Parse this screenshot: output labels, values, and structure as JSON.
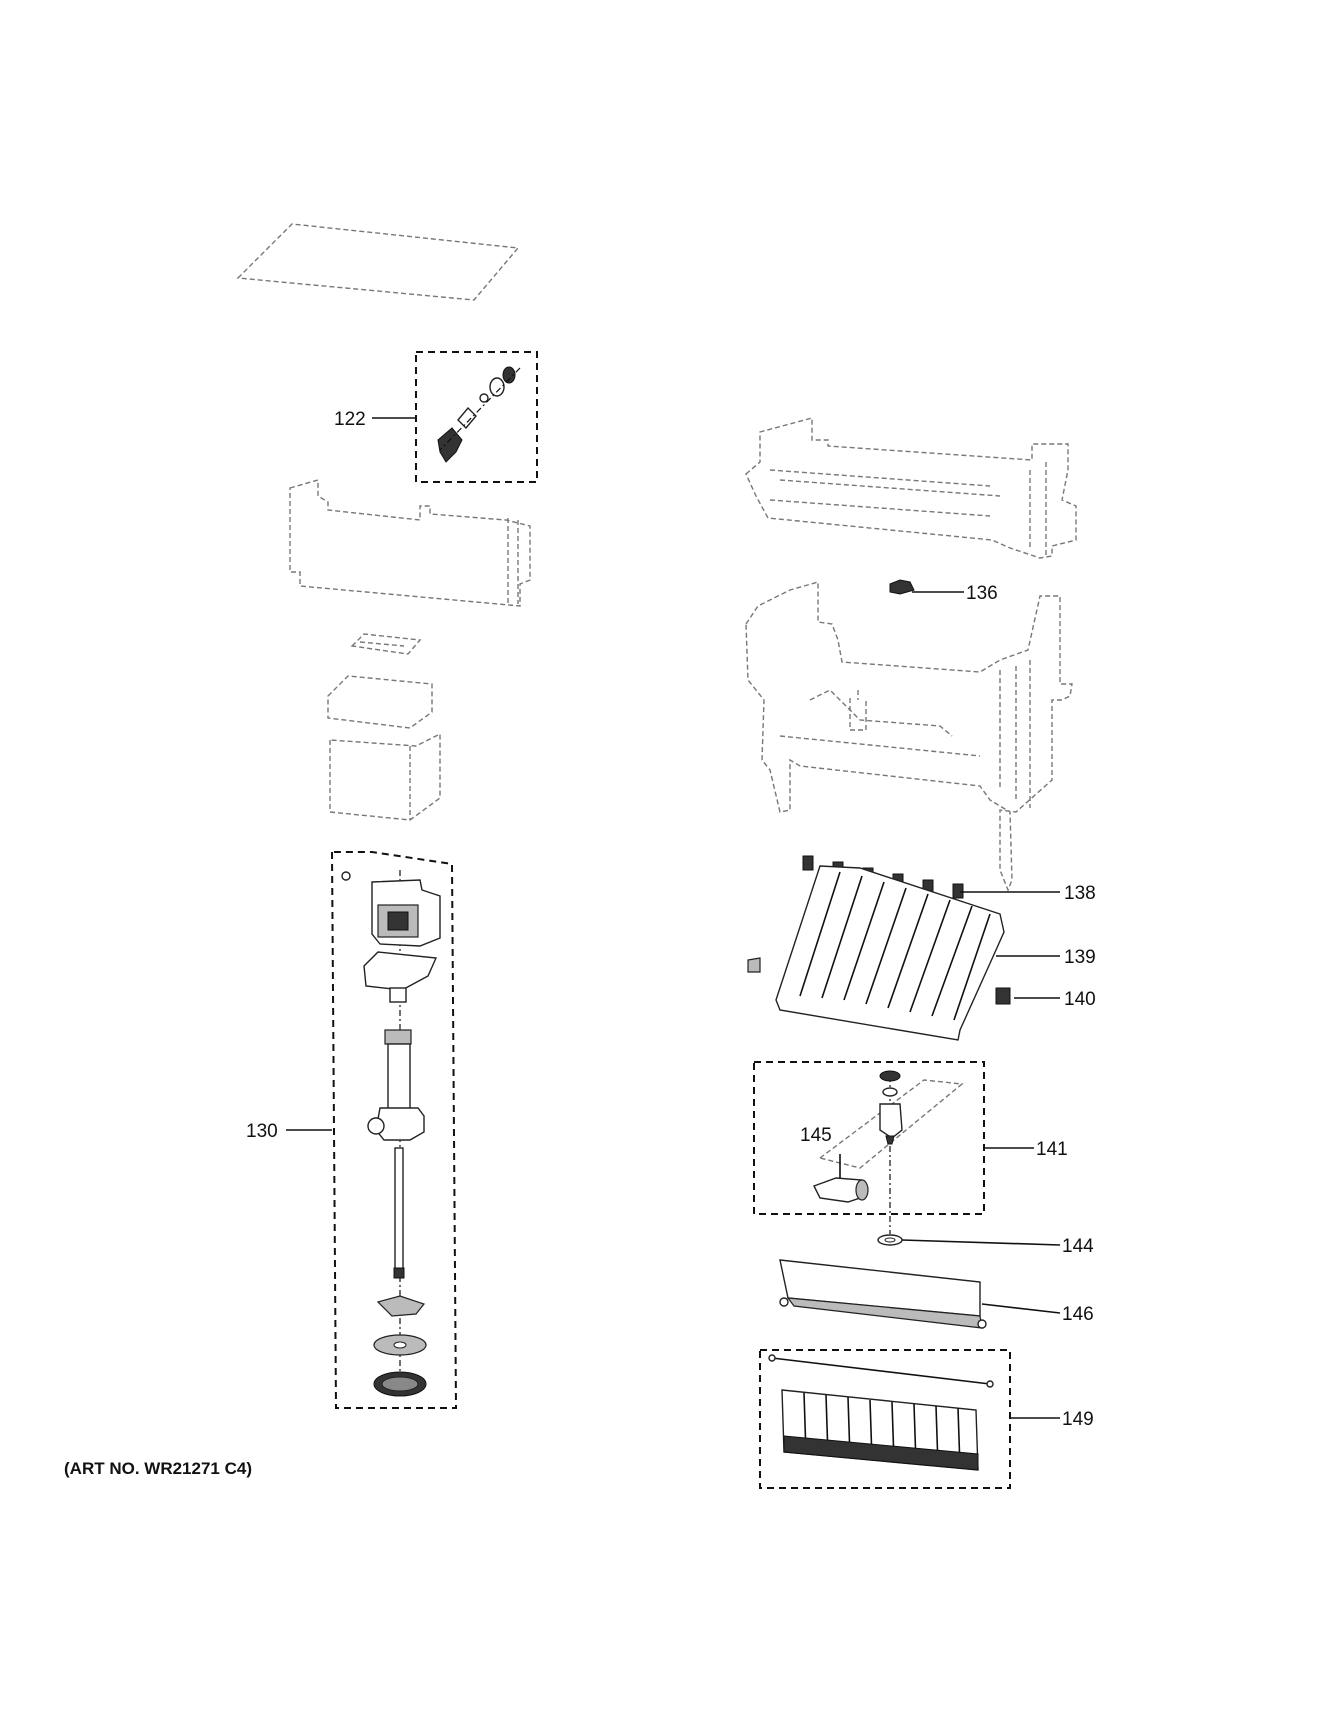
{
  "labels": {
    "p122": "122",
    "p130": "130",
    "p136": "136",
    "p138": "138",
    "p139": "139",
    "p140": "140",
    "p141": "141",
    "p144": "144",
    "p145": "145",
    "p146": "146",
    "p149": "149"
  },
  "art_number": "(ART NO. WR21271 C4)"
}
